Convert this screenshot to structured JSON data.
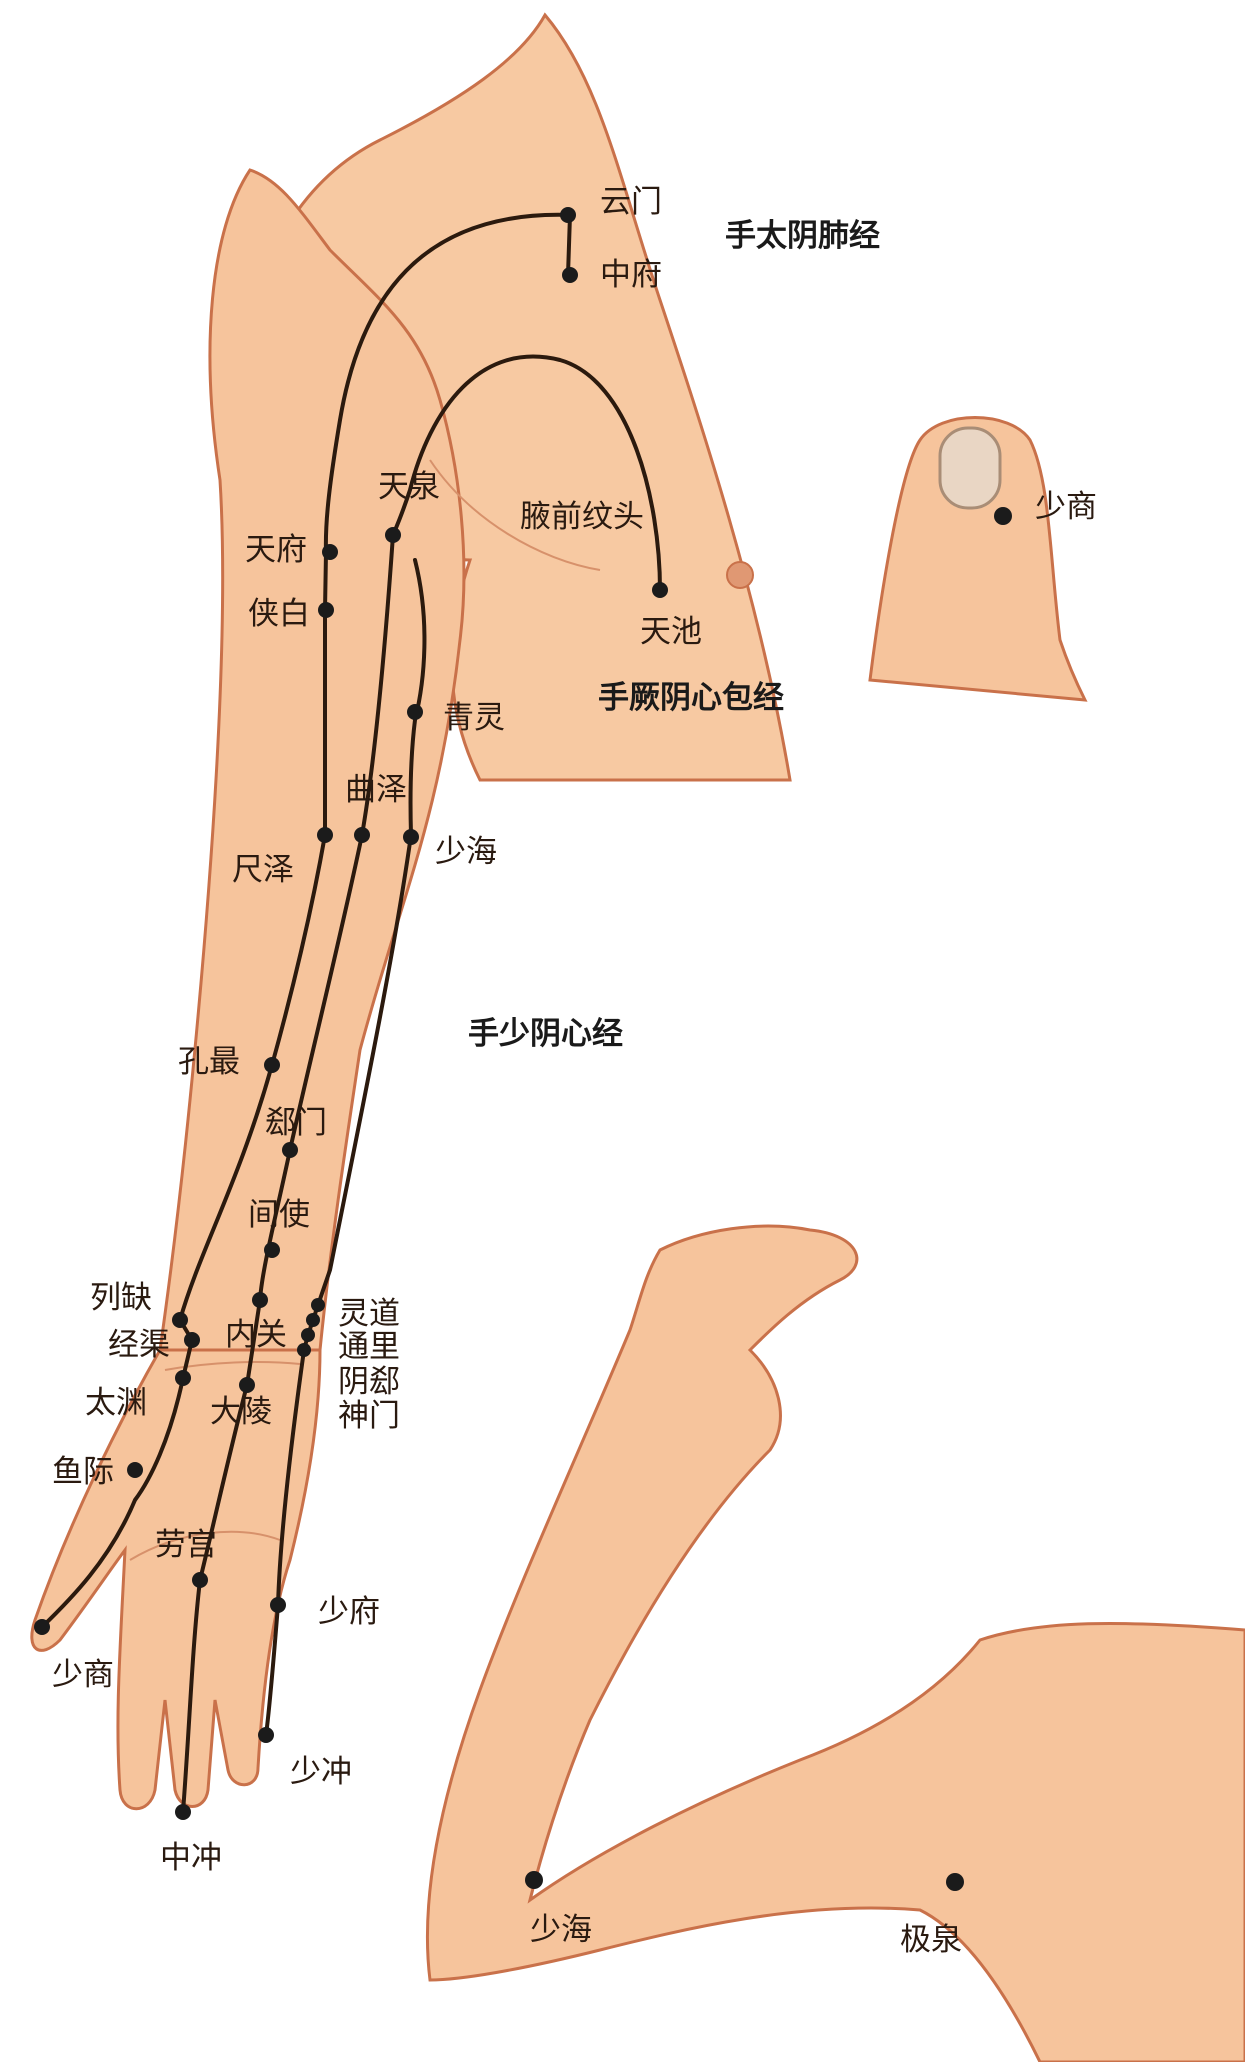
{
  "meridians": {
    "lung": "手太阴肺经",
    "pericardium": "手厥阴心包经",
    "heart": "手少阴心经"
  },
  "points": {
    "yunmen": "云门",
    "zhongfu": "中府",
    "tianquan": "天泉",
    "yeqianwentou": "腋前纹头",
    "tianchi": "天池",
    "tianfu": "天府",
    "xiabai": "侠白",
    "qingling": "青灵",
    "quze": "曲泽",
    "chize": "尺泽",
    "shaohai_main": "少海",
    "kongzui": "孔最",
    "ximen": "郄门",
    "jianshi": "间使",
    "lieque": "列缺",
    "jingqu": "经渠",
    "neiguan": "内关",
    "lingdao": "灵道",
    "tongli": "通里",
    "yinxi": "阴郄",
    "shenmen": "神门",
    "taiyuan": "太渊",
    "daling": "大陵",
    "yuji": "鱼际",
    "laogong": "劳宫",
    "shaofu": "少府",
    "shaoshang_hand": "少商",
    "shaochong": "少冲",
    "zhongchong": "中冲",
    "shaoshang_thumb": "少商",
    "shaohai_elbow": "少海",
    "jiquan": "极泉"
  }
}
